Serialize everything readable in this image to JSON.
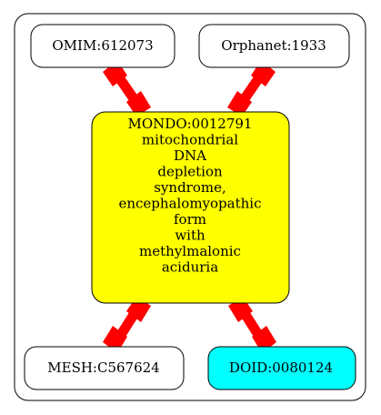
{
  "diagram": {
    "nodes": {
      "top_left": {
        "label": "OMIM:612073",
        "fill": "#ffffff"
      },
      "top_right": {
        "label": "Orphanet:1933",
        "fill": "#ffffff"
      },
      "center": {
        "lines": [
          "MONDO:0012791",
          "mitochondrial",
          "DNA",
          "depletion",
          "syndrome,",
          "encephalomyopathic",
          "form",
          "with",
          "methylmalonic",
          "aciduria"
        ],
        "fill": "#ffff00"
      },
      "bottom_left": {
        "label": "MESH:C567624",
        "fill": "#ffffff"
      },
      "bottom_right": {
        "label": "DOID:0080124",
        "fill": "#00ffff"
      }
    },
    "edge_color": "#ff0000"
  }
}
